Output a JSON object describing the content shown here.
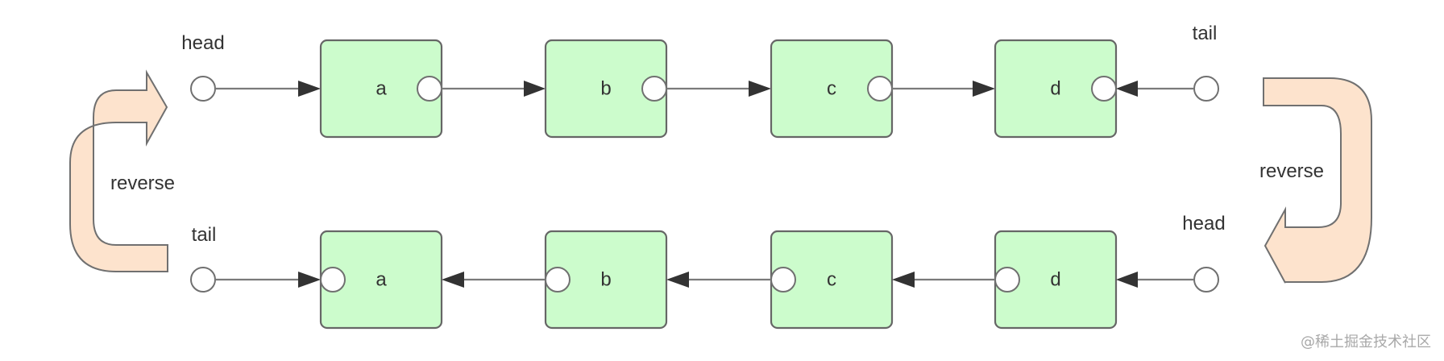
{
  "labels": {
    "top_head": "head",
    "top_tail": "tail",
    "bottom_tail": "tail",
    "bottom_head": "head",
    "left_reverse": "reverse",
    "right_reverse": "reverse"
  },
  "top_nodes": [
    {
      "value": "a"
    },
    {
      "value": "b"
    },
    {
      "value": "c"
    },
    {
      "value": "d"
    }
  ],
  "bottom_nodes": [
    {
      "value": "a"
    },
    {
      "value": "b"
    },
    {
      "value": "c"
    },
    {
      "value": "d"
    }
  ],
  "watermark": "@稀土掘金技术社区",
  "colors": {
    "node_fill": "#ccfccc",
    "reverse_arrow_fill": "#fde3cd",
    "edge": "#7a7a7a",
    "arrowhead": "#333333"
  }
}
